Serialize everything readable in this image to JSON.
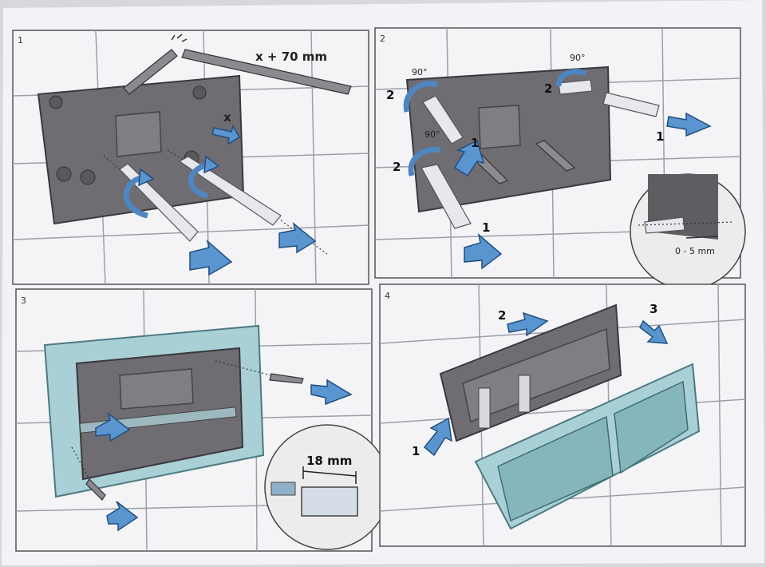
{
  "panels": [
    {
      "label": "1",
      "dimension": "x + 70 mm",
      "x_label": "x"
    },
    {
      "label": "2",
      "rotation": "90°",
      "step_1": "1",
      "step_2": "2",
      "depth": "0 - 5 mm"
    },
    {
      "label": "3",
      "width": "18 mm"
    },
    {
      "label": "4",
      "step_1": "1",
      "step_2": "2",
      "step_3": "3"
    }
  ],
  "colors": {
    "arrow": "#5b95cf",
    "frame": "#6f6c72",
    "cover_plate": "#a9d0d6",
    "paper": "#f3f2f6"
  }
}
